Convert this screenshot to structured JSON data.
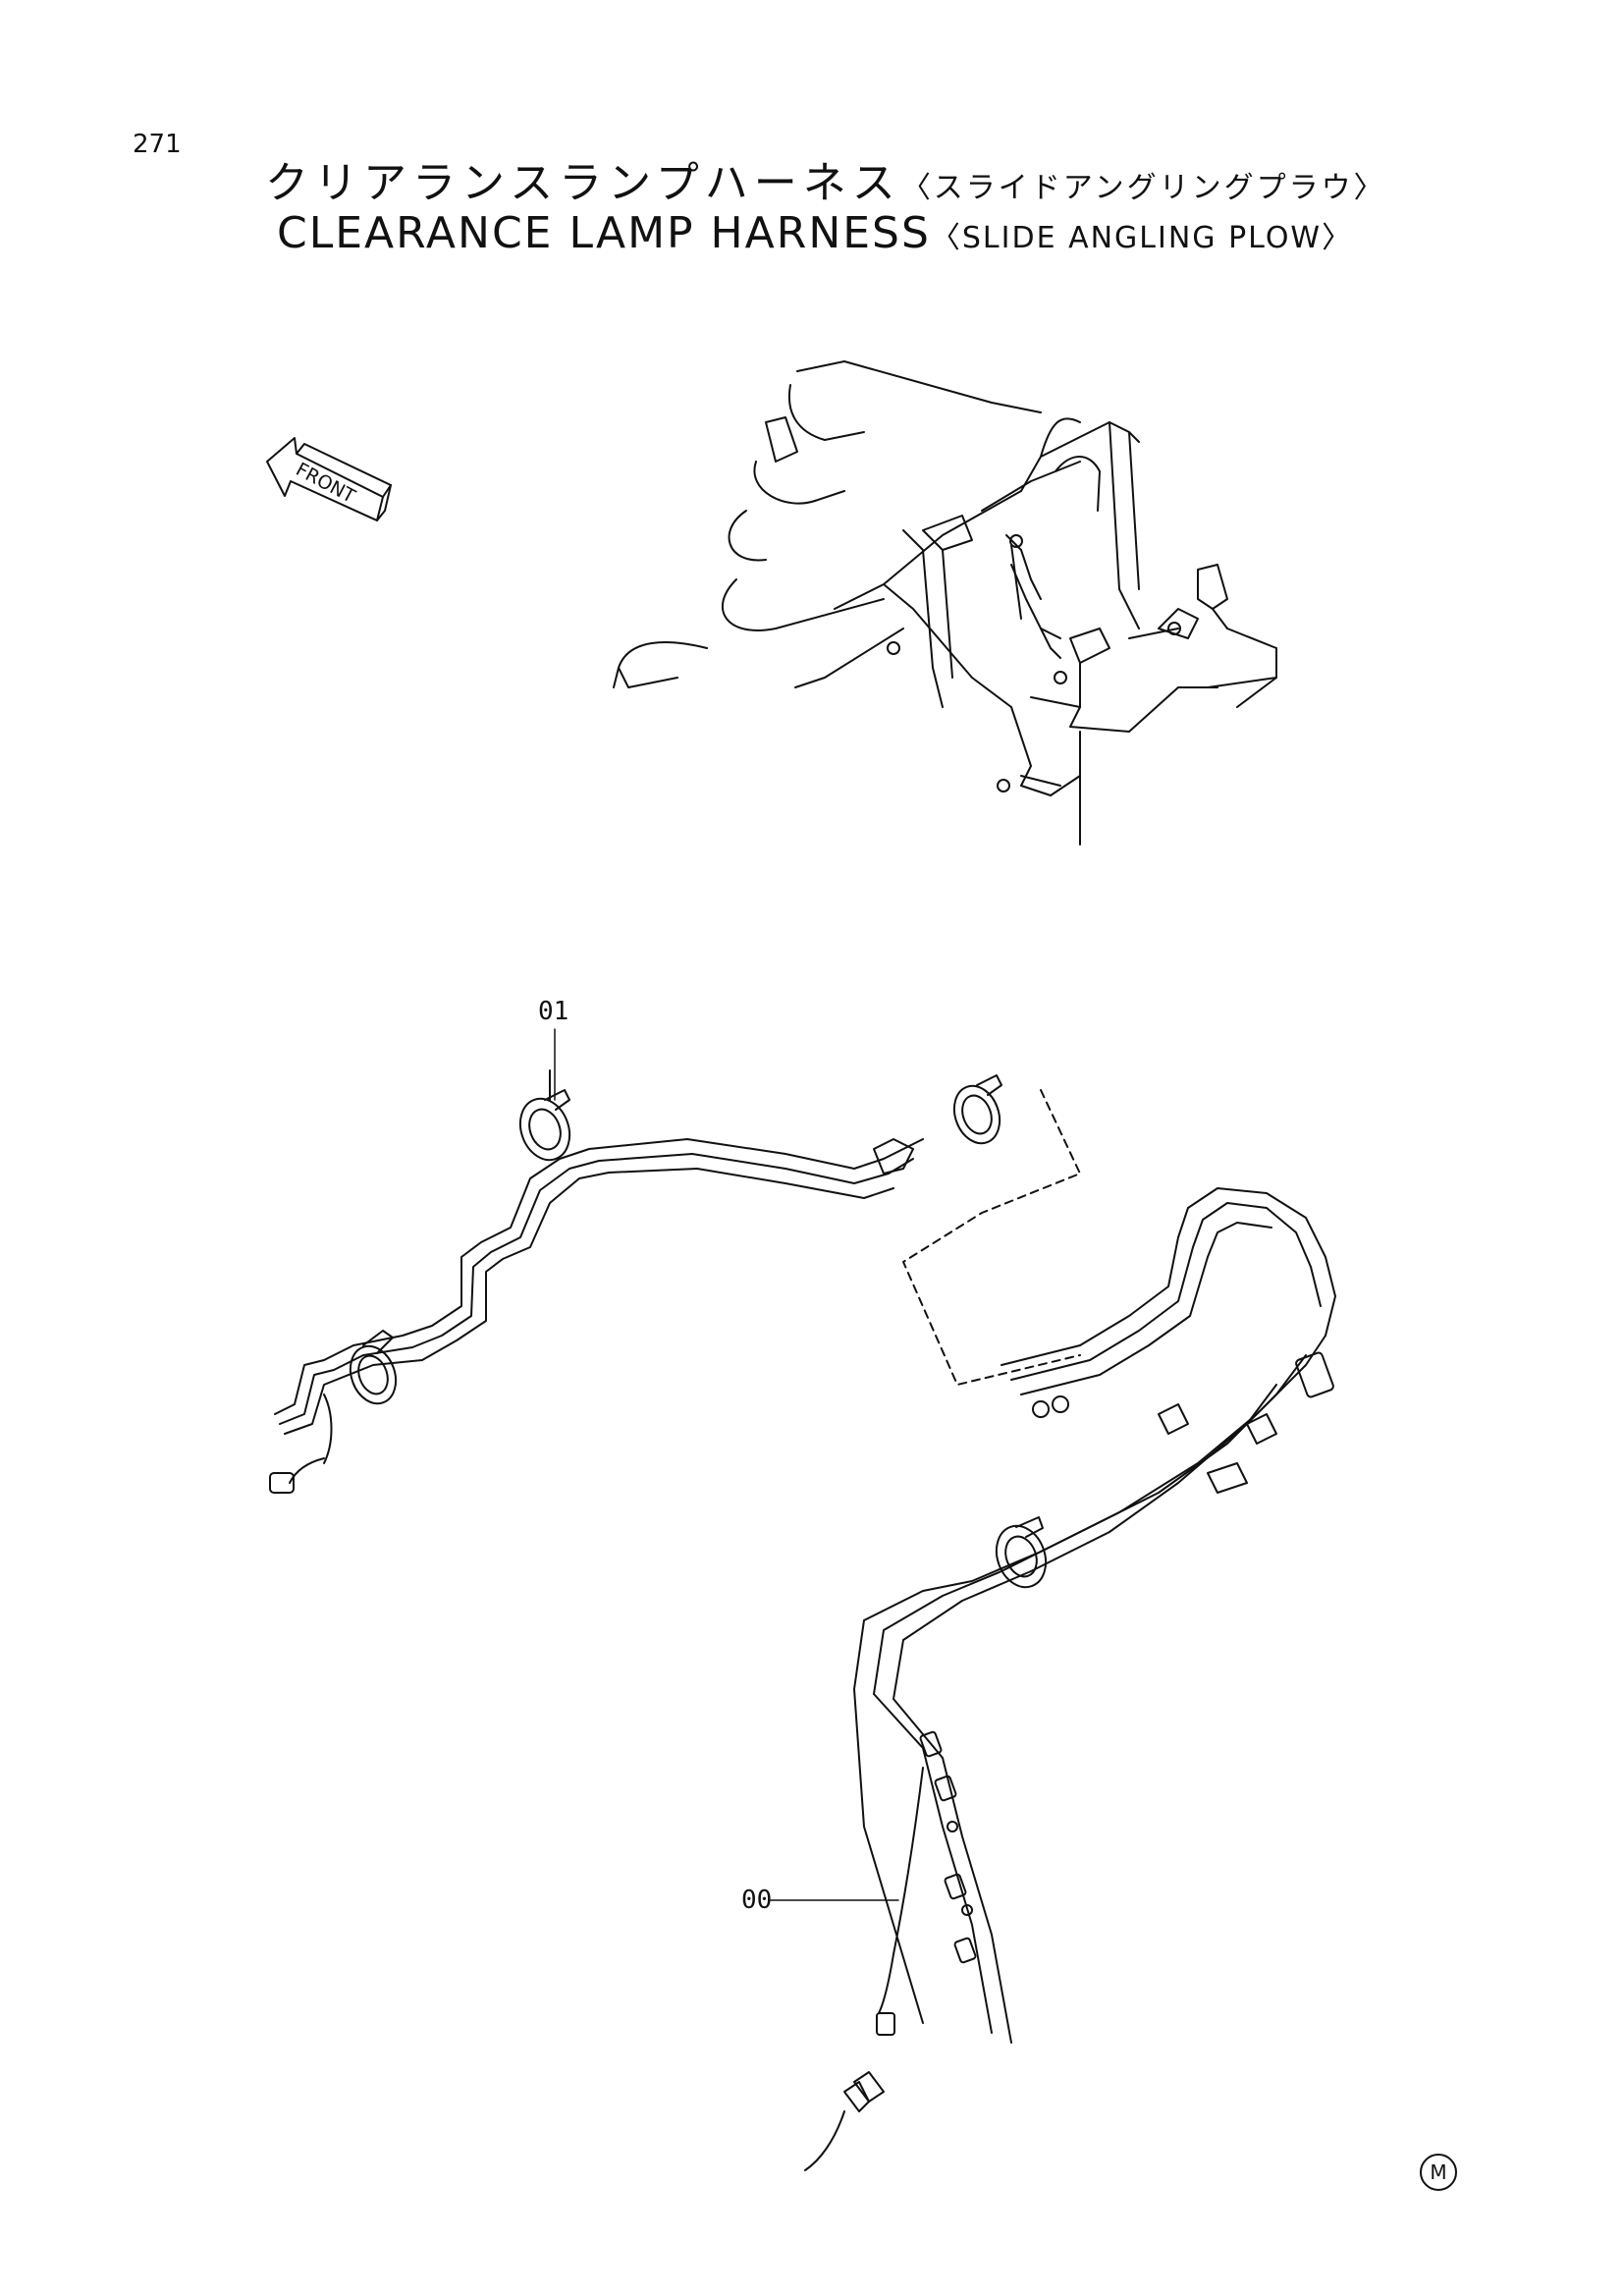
{
  "page": {
    "number": "271",
    "title_jp": "クリアランスランプハーネス",
    "title_jp_sub": "〈スライドアングリングプラウ〉",
    "title_en": "CLEARANCE LAMP HARNESS",
    "title_en_sub": "〈SLIDE ANGLING PLOW〉"
  },
  "diagram": {
    "front_arrow_label": "FRONT",
    "callouts": [
      {
        "id": "01"
      },
      {
        "id": "00"
      }
    ],
    "footer_mark": "M"
  }
}
